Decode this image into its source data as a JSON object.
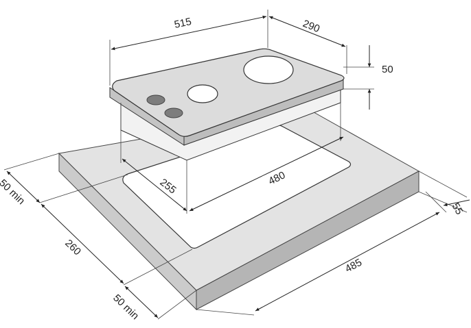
{
  "diagram": {
    "dimensions": {
      "hob_width": "515",
      "hob_depth": "290",
      "hob_height": "50",
      "cutout_width": "480",
      "cutout_depth": "255",
      "counter_depth": "260",
      "counter_front_clearance": "50 min",
      "counter_back_clearance": "50 min",
      "counter_width": "485",
      "counter_thickness": "55"
    },
    "colors": {
      "counter_top": "#e3e3e3",
      "counter_front": "#cbcbcb",
      "counter_side": "#b5b5b5",
      "hob_glass": "#dcdcdc",
      "hob_frame": "#c4c4c4",
      "hob_body": "#f2f2f2",
      "knob": "#7d7d7d",
      "line": "#222222"
    }
  }
}
